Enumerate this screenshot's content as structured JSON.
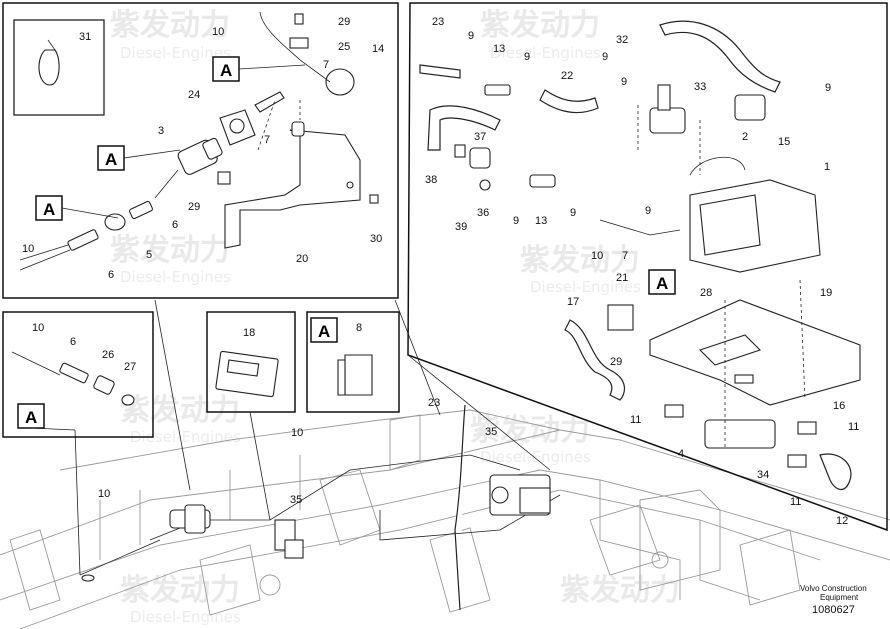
{
  "watermark": {
    "brand_cn": "紫发动力",
    "brand_en": "Diesel-Engines"
  },
  "footer": {
    "company": "Volvo Construction",
    "subtitle": "Equipment",
    "figure_id": "1080627"
  },
  "callout_letter": "A",
  "labels": {
    "tl": [
      "31",
      "10",
      "29",
      "25",
      "7",
      "14",
      "24",
      "3",
      "7",
      "A",
      "A",
      "A",
      "29",
      "6",
      "10",
      "6",
      "5",
      "20",
      "30"
    ],
    "ml": [
      "10",
      "6",
      "26",
      "27",
      "A",
      "18",
      "A",
      "8"
    ],
    "right": [
      "23",
      "9",
      "13",
      "9",
      "32",
      "9",
      "22",
      "9",
      "33",
      "9",
      "2",
      "15",
      "37",
      "38",
      "36",
      "39",
      "9",
      "13",
      "9",
      "9",
      "10",
      "7",
      "1",
      "A",
      "21",
      "28",
      "29",
      "17",
      "19",
      "16",
      "11",
      "4",
      "34",
      "11",
      "11",
      "12"
    ],
    "bottom": [
      "23",
      "10",
      "35",
      "10",
      "35"
    ]
  }
}
